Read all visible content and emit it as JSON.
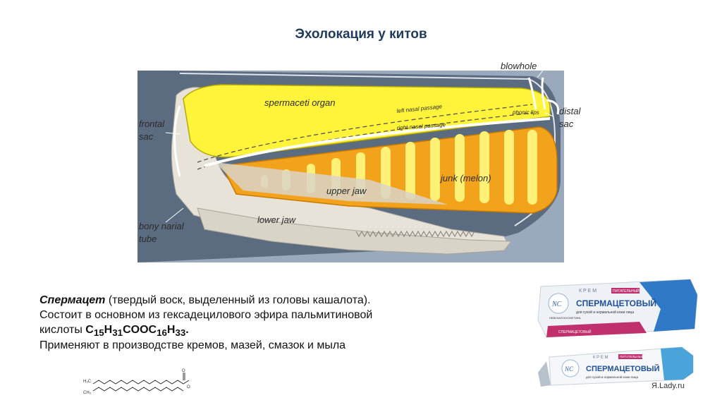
{
  "title": "Эхолокация у китов",
  "diagram": {
    "labels": {
      "blowhole": "blowhole",
      "spermaceti_organ": "spermaceti organ",
      "left_nasal_passage": "left nasal passage",
      "right_nasal_passage": "right nasal passage",
      "phonic_lips": "phonic lips",
      "distal": "distal",
      "distal_sac": "sac",
      "frontal": "frontal",
      "frontal_sac": "sac",
      "junk": "junk (melon)",
      "upper_jaw": "upper jaw",
      "lower_jaw": "lower jaw",
      "bony_narial": "bony narial",
      "bony_narial_tube": "tube"
    }
  },
  "text": {
    "term": "Спермацет",
    "definition": " (твердый воск, выделенный из головы кашалота).",
    "line2": "Состоит в основном из гексадецилового эфира пальмитиновой",
    "line3_prefix": "кислоты ",
    "formula": {
      "c1": "C",
      "n1": "15",
      "h1": "H",
      "n2": "31",
      "mid": "COOC",
      "n3": "16",
      "h2": "H",
      "n4": "33",
      "end": "."
    },
    "line4": "Применяют в производстве кремов, мазей, смазок и мыла"
  },
  "molecule": {
    "left_label": "H₃C",
    "right_label": "CH₃",
    "o_top": "O",
    "o_mid": "O"
  },
  "product": {
    "brand_initials": "NC",
    "brand_line": "НЕВСКАЯ КОСМЕТИКА",
    "cream_label": "К Р Е М",
    "ribbon": "ПИТАТЕЛЬНЫЙ",
    "name": "СПЕРМАЦЕТОВЫЙ",
    "subtitle": "для сухой и нормальной кожи лица",
    "side_name": "СПЕРМАЦЕТОВЫЙ",
    "credit": "Я.Lady.ru"
  }
}
